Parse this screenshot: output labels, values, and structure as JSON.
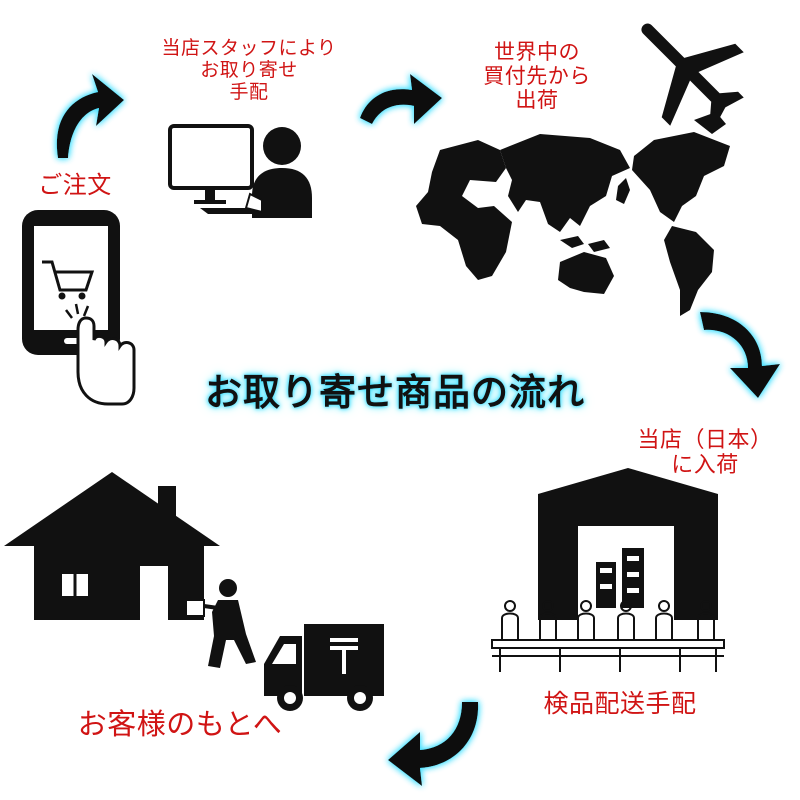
{
  "title": "お取り寄せ商品の流れ",
  "steps": {
    "order": "ご注文",
    "staff": "当店スタッフにより\nお取り寄せ\n手配",
    "ship_world": "世界中の\n買付先から\n出荷",
    "arrive_japan": "当店（日本）\nに入荷",
    "inspect": "検品配送手配",
    "to_customer": "お客様のもとへ"
  },
  "icons": {
    "smartphone": "smartphone-cart-icon",
    "staff": "staff-computer-icon",
    "airplane": "airplane-icon",
    "world_map": "world-map-icon",
    "warehouse": "warehouse-icon",
    "inspection": "inspection-line-icon",
    "house": "house-icon",
    "courier": "courier-icon",
    "truck": "delivery-truck-icon",
    "arrow": "flow-arrow-icon"
  },
  "colors": {
    "label_text": "#d01414",
    "icon_fill": "#111111",
    "arrow_glow": "#44e0ff"
  }
}
